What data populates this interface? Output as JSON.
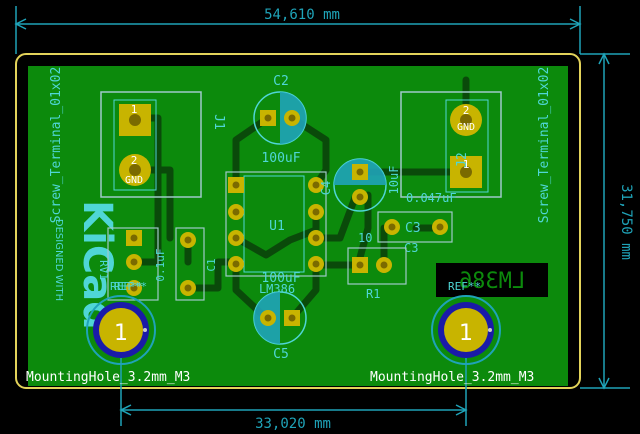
{
  "colors": {
    "background": "#000000",
    "board_copper": "#0c8a0c",
    "edge_cuts": "#e3d35a",
    "dimension": "#1fa3b8",
    "pad_gold": "#c8b400",
    "pad_dark": "#7a6a00",
    "silk": "#4fd6d6",
    "courtyard": "#9fc9c9",
    "track": "#0a4a0a"
  },
  "dimensions": {
    "top_width": "54,610 mm",
    "right_height": "31,750 mm",
    "bottom_spacing": "33,020 mm"
  },
  "labels": {
    "screw_left": "Screw_Terminal_01x02",
    "screw_right": "Screw_Terminal_01x02",
    "j1": "J1",
    "j2": "J2",
    "pin1": "1",
    "pin2": "2",
    "gnd": "GND",
    "c2": "C2",
    "c2_value": "100uF",
    "u1": "U1",
    "u1_value": "LM386",
    "c1": "C1",
    "c1_value": "0.1uF",
    "c5": "C5",
    "c5_value": "100uF",
    "c4": "C4",
    "c4_value": "10uF",
    "c3": "C3",
    "c3_value": "0.047uF",
    "r1": "R1",
    "r1_value": "10",
    "rv1": "RV1",
    "ref": "REF**",
    "mounting_left": "MountingHole_3.2mm_M3",
    "mounting_right": "MountingHole_3.2mm_M3",
    "mounting_pad": "1",
    "lm386_mirror": "LM386",
    "kicad_logo": "KiCad",
    "kicad_designed": "DESIGNED WITH"
  }
}
